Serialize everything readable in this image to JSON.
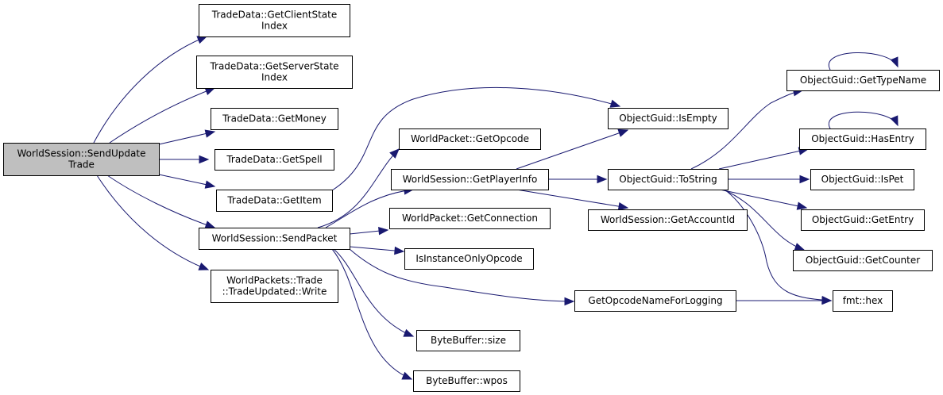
{
  "diagram": {
    "type": "call-graph",
    "edge_color": "#191970",
    "root_fill": "#bfbfbf",
    "node_fill": "#ffffff",
    "nodes": [
      {
        "id": "root",
        "lines": [
          "WorldSession::SendUpdate",
          "Trade"
        ],
        "root": true
      },
      {
        "id": "gcsi",
        "lines": [
          "TradeData::GetClientState",
          "Index"
        ]
      },
      {
        "id": "gssi",
        "lines": [
          "TradeData::GetServerState",
          "Index"
        ]
      },
      {
        "id": "money",
        "lines": [
          "TradeData::GetMoney"
        ]
      },
      {
        "id": "spell",
        "lines": [
          "TradeData::GetSpell"
        ]
      },
      {
        "id": "item",
        "lines": [
          "TradeData::GetItem"
        ]
      },
      {
        "id": "sendpacket",
        "lines": [
          "WorldSession::SendPacket"
        ]
      },
      {
        "id": "write",
        "lines": [
          "WorldPackets::Trade",
          "::TradeUpdated::Write"
        ]
      },
      {
        "id": "getopcode",
        "lines": [
          "WorldPacket::GetOpcode"
        ]
      },
      {
        "id": "getplayerinfo",
        "lines": [
          "WorldSession::GetPlayerInfo"
        ]
      },
      {
        "id": "getconnection",
        "lines": [
          "WorldPacket::GetConnection"
        ]
      },
      {
        "id": "isinstance",
        "lines": [
          "IsInstanceOnlyOpcode"
        ]
      },
      {
        "id": "getopname",
        "lines": [
          "GetOpcodeNameForLogging"
        ]
      },
      {
        "id": "size",
        "lines": [
          "ByteBuffer::size"
        ]
      },
      {
        "id": "wpos",
        "lines": [
          "ByteBuffer::wpos"
        ]
      },
      {
        "id": "isempty",
        "lines": [
          "ObjectGuid::IsEmpty"
        ]
      },
      {
        "id": "tostring",
        "lines": [
          "ObjectGuid::ToString"
        ]
      },
      {
        "id": "accountid",
        "lines": [
          "WorldSession::GetAccountId"
        ]
      },
      {
        "id": "typename",
        "lines": [
          "ObjectGuid::GetTypeName"
        ]
      },
      {
        "id": "hasentry",
        "lines": [
          "ObjectGuid::HasEntry"
        ]
      },
      {
        "id": "ispet",
        "lines": [
          "ObjectGuid::IsPet"
        ]
      },
      {
        "id": "getentry",
        "lines": [
          "ObjectGuid::GetEntry"
        ]
      },
      {
        "id": "getcounter",
        "lines": [
          "ObjectGuid::GetCounter"
        ]
      },
      {
        "id": "hex",
        "lines": [
          "fmt::hex"
        ]
      }
    ],
    "edges": [
      {
        "from": "root",
        "to": "gcsi"
      },
      {
        "from": "root",
        "to": "gssi"
      },
      {
        "from": "root",
        "to": "money"
      },
      {
        "from": "root",
        "to": "spell"
      },
      {
        "from": "root",
        "to": "item"
      },
      {
        "from": "root",
        "to": "sendpacket"
      },
      {
        "from": "root",
        "to": "write"
      },
      {
        "from": "item",
        "to": "isempty"
      },
      {
        "from": "sendpacket",
        "to": "getopcode"
      },
      {
        "from": "sendpacket",
        "to": "getplayerinfo"
      },
      {
        "from": "sendpacket",
        "to": "getconnection"
      },
      {
        "from": "sendpacket",
        "to": "isinstance"
      },
      {
        "from": "sendpacket",
        "to": "getopname"
      },
      {
        "from": "sendpacket",
        "to": "size"
      },
      {
        "from": "sendpacket",
        "to": "wpos"
      },
      {
        "from": "getplayerinfo",
        "to": "isempty"
      },
      {
        "from": "getplayerinfo",
        "to": "tostring"
      },
      {
        "from": "getplayerinfo",
        "to": "accountid"
      },
      {
        "from": "tostring",
        "to": "typename"
      },
      {
        "from": "tostring",
        "to": "hasentry"
      },
      {
        "from": "tostring",
        "to": "ispet"
      },
      {
        "from": "tostring",
        "to": "getentry"
      },
      {
        "from": "tostring",
        "to": "getcounter"
      },
      {
        "from": "tostring",
        "to": "hex"
      },
      {
        "from": "getopname",
        "to": "hex"
      },
      {
        "from": "typename",
        "to": "typename"
      },
      {
        "from": "hasentry",
        "to": "hasentry"
      }
    ]
  }
}
